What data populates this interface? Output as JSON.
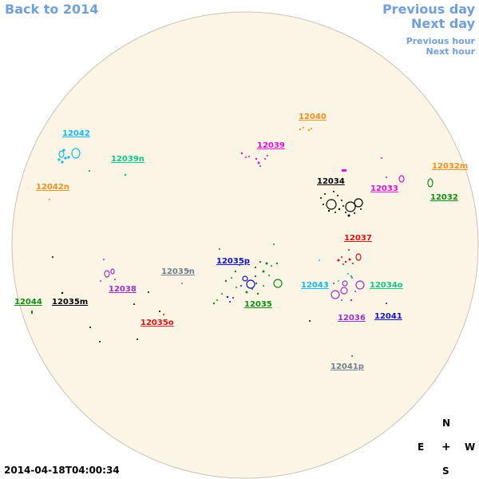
{
  "nav": {
    "back": "Back to 2014",
    "previous_day": "Previous day",
    "next_day": "Next day",
    "previous_hour": "Previous hour",
    "next_hour": "Next hour"
  },
  "colors": {
    "nav_link": "#6f9fdd",
    "disk_fill": "#fcf5e5",
    "disk_edge": "#c9c3b6"
  },
  "regions": [
    {
      "id": "12042",
      "color": "#12b9f0"
    },
    {
      "id": "12039n",
      "color": "#10c48c"
    },
    {
      "id": "12042n",
      "color": "#f0901e"
    },
    {
      "id": "12040",
      "color": "#f0901e"
    },
    {
      "id": "12039",
      "color": "#e010d8"
    },
    {
      "id": "12032m",
      "color": "#f0901e"
    },
    {
      "id": "12034",
      "color": "#000000"
    },
    {
      "id": "12033",
      "color": "#e010d8"
    },
    {
      "id": "12032",
      "color": "#108a10"
    },
    {
      "id": "12037",
      "color": "#e01010"
    },
    {
      "id": "12035p",
      "color": "#1010c8"
    },
    {
      "id": "12035n",
      "color": "#708090"
    },
    {
      "id": "12038",
      "color": "#9b30c8"
    },
    {
      "id": "12043",
      "color": "#12b9f0"
    },
    {
      "id": "12034o",
      "color": "#10c48c"
    },
    {
      "id": "12044",
      "color": "#108a10"
    },
    {
      "id": "12035m",
      "color": "#000000"
    },
    {
      "id": "12035",
      "color": "#108a10"
    },
    {
      "id": "12036",
      "color": "#9b30c8"
    },
    {
      "id": "12041",
      "color": "#1010c8"
    },
    {
      "id": "12035o",
      "color": "#e01010"
    },
    {
      "id": "12041p",
      "color": "#708090"
    }
  ],
  "compass": {
    "north": "N",
    "south": "S",
    "east": "E",
    "west": "W",
    "center": "+"
  },
  "timestamp": "2014-04-18T04:00:34"
}
